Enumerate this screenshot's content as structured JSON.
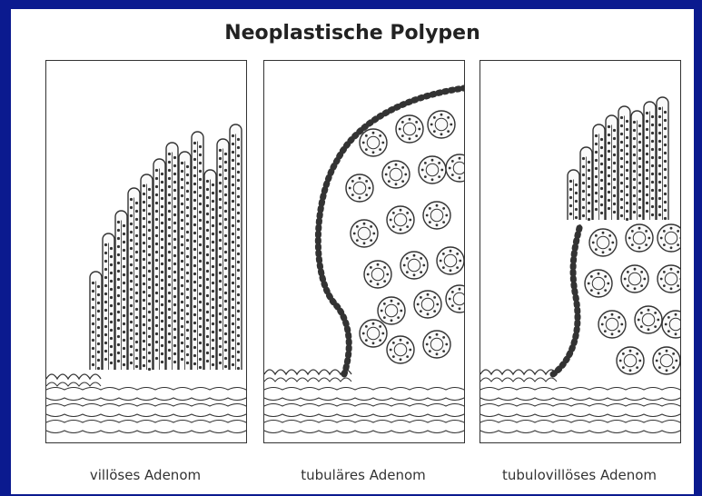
{
  "title": "Neoplastische Polypen",
  "panels": [
    {
      "caption": "villöses Adenom"
    },
    {
      "caption": "tubuläres Adenom"
    },
    {
      "caption": "tubulovillöses Adenom"
    }
  ]
}
